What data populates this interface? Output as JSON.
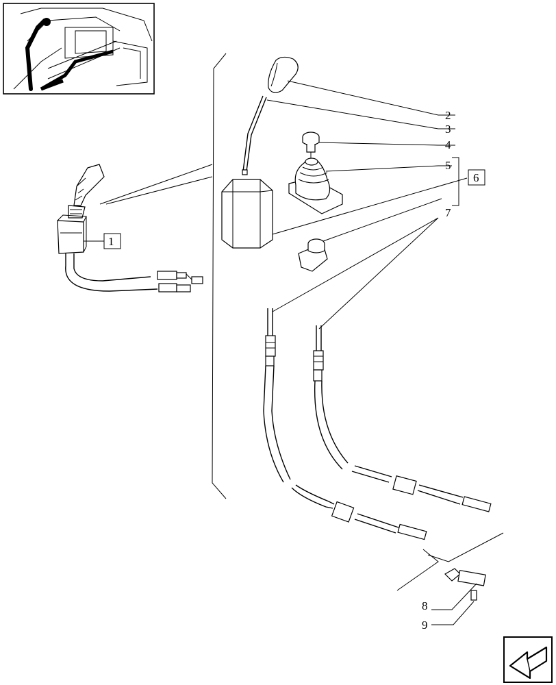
{
  "callouts": {
    "c1": "1",
    "c2": "2",
    "c3": "3",
    "c4": "4",
    "c5": "5",
    "c6": "6",
    "c7": "7",
    "c8": "8",
    "c9": "9"
  },
  "icons": {
    "inset": "tractor-cab-inset-icon",
    "nav": "back-arrow-icon"
  }
}
